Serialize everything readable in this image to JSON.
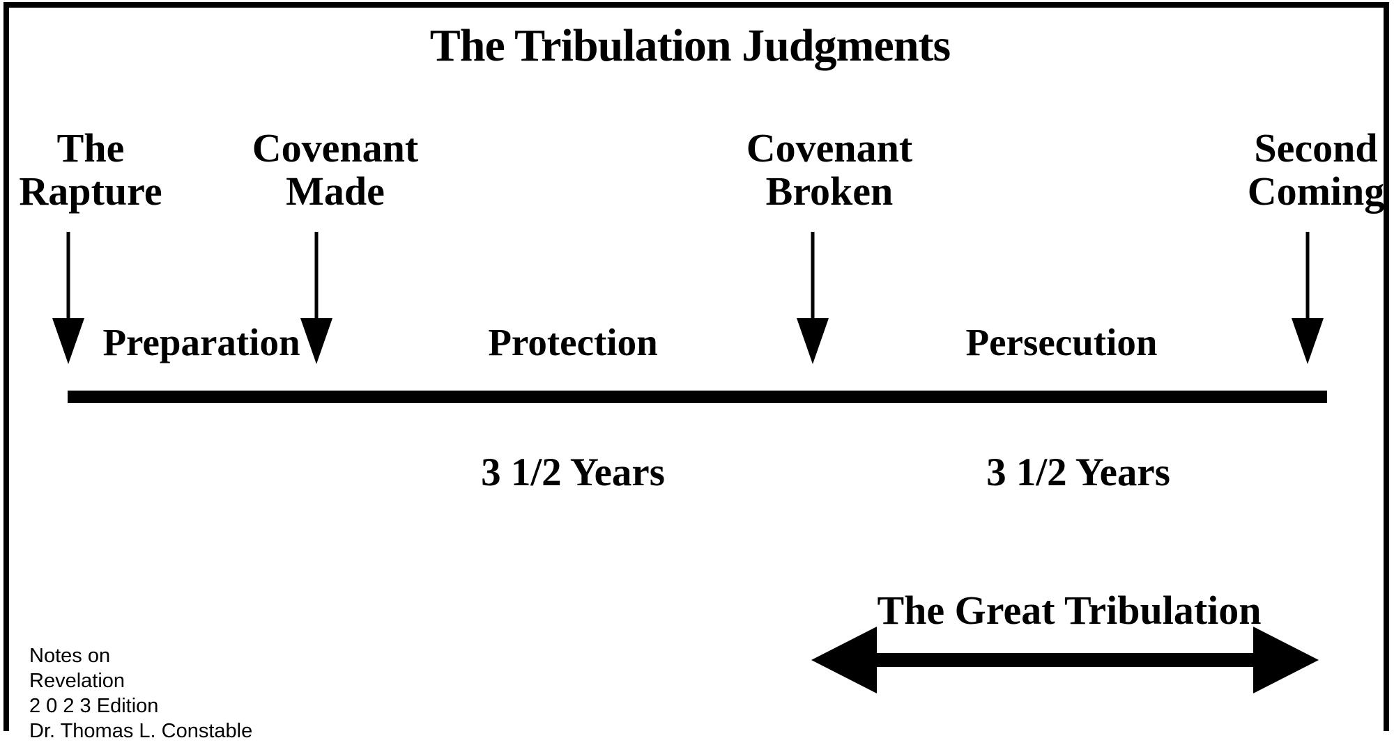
{
  "page": {
    "title": "The Tribulation Judgments",
    "background_color": "#ffffff",
    "ink_color": "#000000"
  },
  "events": [
    {
      "id": "rapture",
      "line1": "The",
      "line2": "Rapture"
    },
    {
      "id": "covenant-made",
      "line1": "Covenant",
      "line2": "Made"
    },
    {
      "id": "covenant-broken",
      "line1": "Covenant",
      "line2": "Broken"
    },
    {
      "id": "second-coming",
      "line1": "Second",
      "line2": "Coming"
    }
  ],
  "segments": [
    {
      "label": "Preparation"
    },
    {
      "label": "Protection"
    },
    {
      "label": "Persecution"
    }
  ],
  "durations": [
    {
      "label": "3 1/2 Years"
    },
    {
      "label": "3 1/2 Years"
    }
  ],
  "great_tribulation": {
    "label": "The Great Tribulation"
  },
  "credits": {
    "lines": [
      "Notes on",
      "Revelation",
      "2 0 2 3 Edition",
      "Dr. Thomas L. Constable"
    ]
  }
}
